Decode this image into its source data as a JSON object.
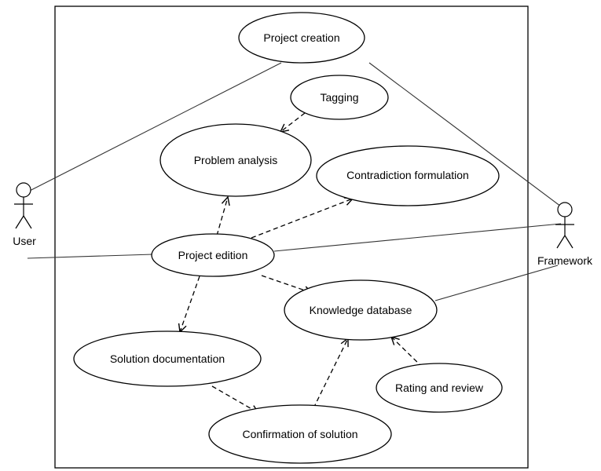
{
  "actors": {
    "user": "User",
    "framework": "Framework"
  },
  "use_cases": {
    "project_creation": "Project creation",
    "tagging": "Tagging",
    "problem_analysis": "Problem analysis",
    "contradiction_formulation": "Contradiction formulation",
    "project_edition": "Project edition",
    "knowledge_database": "Knowledge database",
    "solution_documentation": "Solution documentation",
    "rating_and_review": "Rating and review",
    "confirmation_of_solution": "Confirmation of solution"
  }
}
